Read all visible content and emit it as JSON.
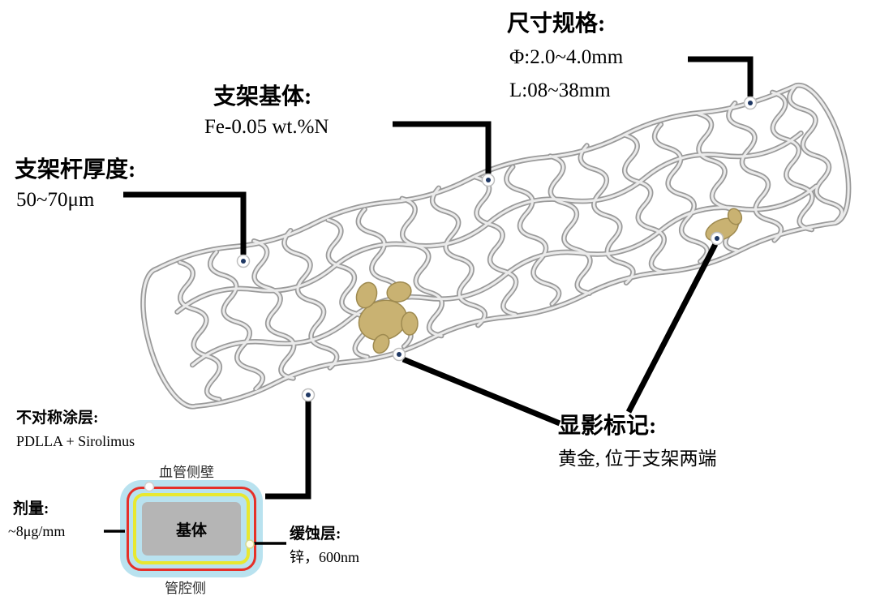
{
  "figure": {
    "size_spec": {
      "heading": "尺寸规格:",
      "value1": "Φ:2.0~4.0mm",
      "value2": "L:08~38mm"
    },
    "substrate": {
      "heading": "支架基体:",
      "value": "Fe-0.05 wt.%N"
    },
    "strut": {
      "heading": "支架杆厚度:",
      "value": "50~70μm"
    },
    "marker": {
      "heading": "显影标记:",
      "value": "黄金, 位于支架两端"
    },
    "coating": {
      "heading": "不对称涂层:",
      "value": "PDLLA + Sirolimus"
    },
    "dose": {
      "heading": "剂量:",
      "value": "~8μg/mm"
    },
    "corrosion": {
      "heading": "缓蚀层:",
      "value": "锌，600nm"
    },
    "cross_section": {
      "top_label": "血管侧壁",
      "bottom_label": "管腔侧",
      "core_label": "基体"
    },
    "colors": {
      "marker_gold": "#c9b272",
      "outer_layer_blue": "#b9e2ef",
      "coating_red": "#e63029",
      "corrosion_yellow": "#e8e830",
      "core_gray": "#b5b5b5",
      "mesh_gray": "#9a9a9a",
      "anchor_dot_navy": "#1f3864"
    }
  }
}
